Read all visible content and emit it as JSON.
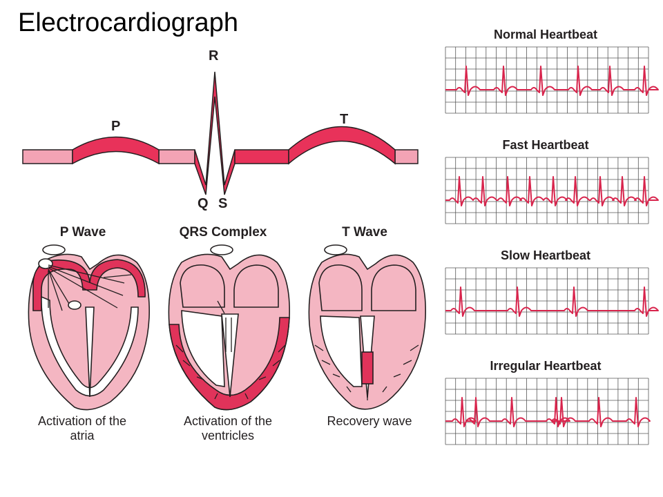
{
  "title": "Electrocardiograph",
  "waveform": {
    "labels": {
      "p": "P",
      "r": "R",
      "q": "Q",
      "s": "S",
      "t": "T"
    }
  },
  "panels": [
    {
      "title": "P Wave",
      "caption_lines": [
        "Activation of the",
        "atria"
      ]
    },
    {
      "title": "QRS Complex",
      "caption_lines": [
        "Activation of the",
        "ventricles"
      ]
    },
    {
      "title": "T Wave",
      "caption_lines": [
        "Recovery wave"
      ]
    }
  ],
  "strips": [
    {
      "title": "Normal Heartbeat"
    },
    {
      "title": "Fast Heartbeat"
    },
    {
      "title": "Slow Heartbeat"
    },
    {
      "title": "Irregular Heartbeat"
    }
  ],
  "colors": {
    "ribbon": "#e8325a",
    "ribbon_light": "#f3a3b5",
    "heart_fill": "#f4b6c2",
    "heart_dark": "#e0335a",
    "outline": "#231f20",
    "grid": "#555555",
    "trace": "#d8244c"
  }
}
